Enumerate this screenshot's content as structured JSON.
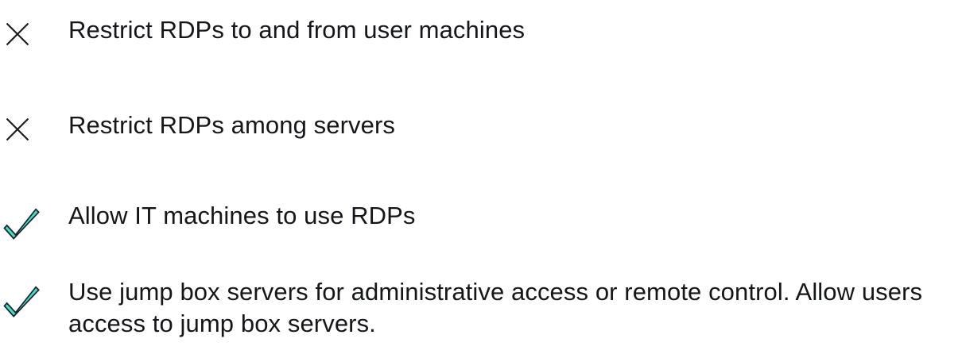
{
  "page": {
    "background_color": "#ffffff",
    "text_color": "#15161a"
  },
  "icons": {
    "cross": {
      "name": "cross-icon",
      "stroke_color": "#1b1b1f",
      "meaning": "not-allowed"
    },
    "check": {
      "name": "check-icon",
      "fill_color": "#3fe0c0",
      "stroke_color": "#1b1f2e",
      "meaning": "allowed"
    }
  },
  "checklist": {
    "items": [
      {
        "icon": "cross-icon",
        "status": "deny",
        "text": "Restrict RDPs to and from user machines"
      },
      {
        "icon": "cross-icon",
        "status": "deny",
        "text": "Restrict RDPs among servers"
      },
      {
        "icon": "check-icon",
        "status": "allow",
        "text": "Allow IT machines to use RDPs"
      },
      {
        "icon": "check-icon",
        "status": "allow",
        "text": "Use jump box servers for administrative access or remote control. Allow users access to jump box servers."
      }
    ]
  }
}
